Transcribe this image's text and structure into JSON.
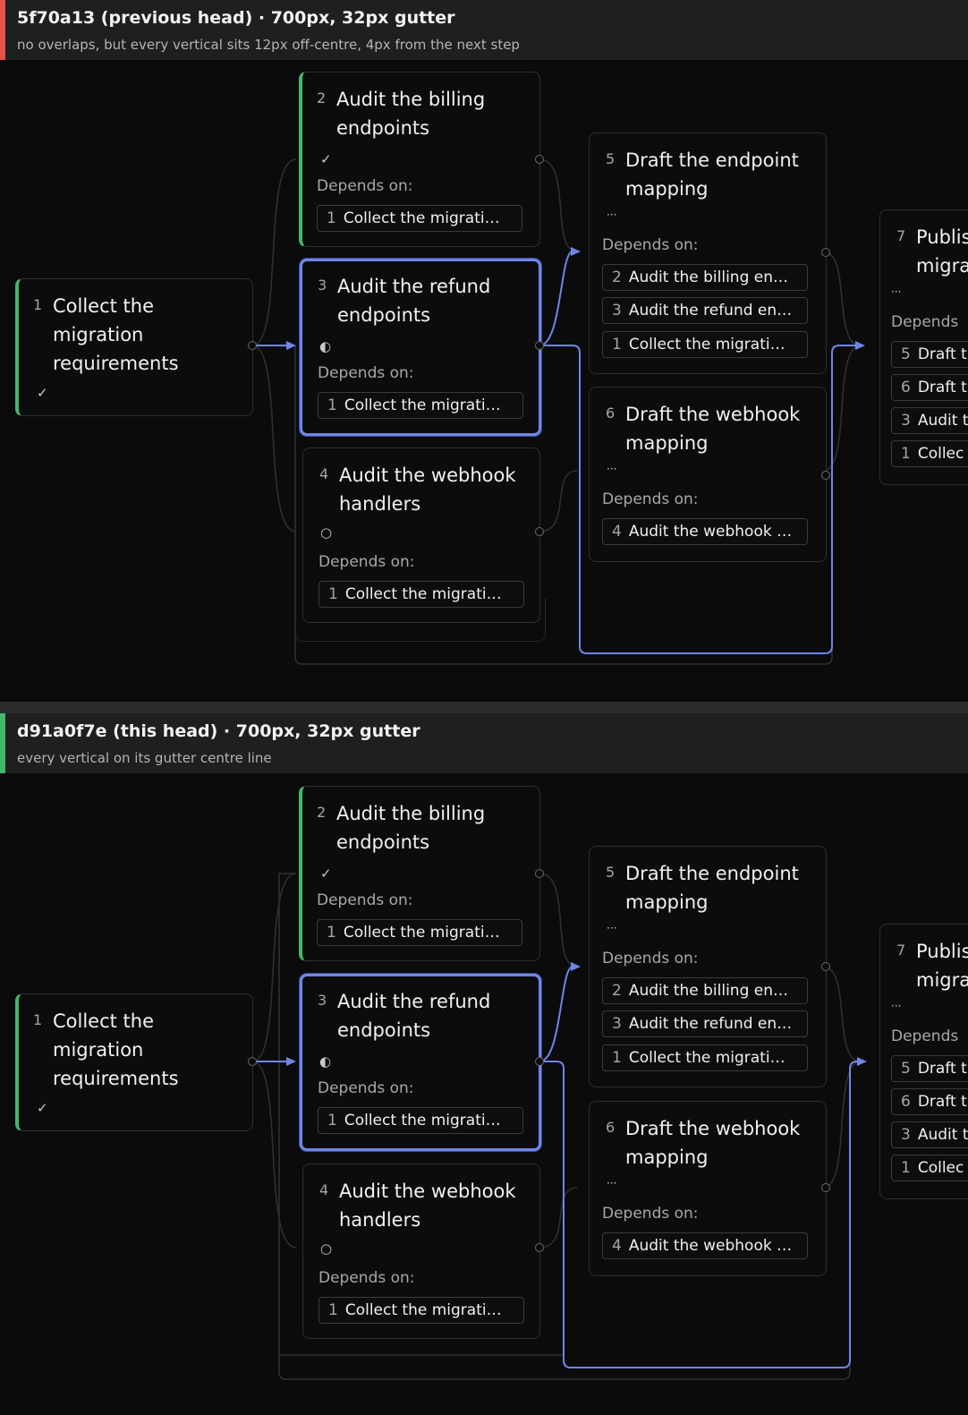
{
  "colors": {
    "bad_accent": "#e5534b",
    "good_accent": "#45b66b",
    "active_edge": "#6f86e8",
    "idle_edge": "#2f2f2f"
  },
  "icons": {
    "done": "check-icon",
    "in_progress": "half-circle-icon",
    "pending": "open-circle-icon",
    "not_started": "ellipsis-icon"
  },
  "panels": [
    {
      "title": "5f70a13 (previous head) · 700px, 32px gutter",
      "subtitle": "no overlaps, but every vertical sits 12px off-centre, 4px from the next step",
      "status": "bad"
    },
    {
      "title": "d91a0f7e (this head) · 700px, 32px gutter",
      "subtitle": "every vertical on its gutter centre line",
      "status": "good"
    }
  ],
  "depends_label": "Depends on:",
  "steps": [
    {
      "num": "1",
      "title": [
        "Collect the",
        "migration",
        "requirements"
      ],
      "status_glyph": "✓",
      "state": "done",
      "deps": []
    },
    {
      "num": "2",
      "title": [
        "Audit the billing",
        "endpoints"
      ],
      "status_glyph": "✓",
      "state": "done",
      "deps": [
        {
          "num": "1",
          "text": "Collect the migrati…"
        }
      ]
    },
    {
      "num": "3",
      "title": [
        "Audit the refund",
        "endpoints"
      ],
      "status_glyph": "◐",
      "state": "active",
      "deps": [
        {
          "num": "1",
          "text": "Collect the migrati…"
        }
      ]
    },
    {
      "num": "4",
      "title": [
        "Audit the webhook",
        "handlers"
      ],
      "status_glyph": "○",
      "state": "pending",
      "deps": [
        {
          "num": "1",
          "text": "Collect the migrati…"
        }
      ]
    },
    {
      "num": "5",
      "title": [
        "Draft the endpoint",
        "mapping"
      ],
      "status_glyph": "···",
      "state": "todo",
      "deps": [
        {
          "num": "2",
          "text": "Audit the billing en…"
        },
        {
          "num": "3",
          "text": "Audit the refund en…"
        },
        {
          "num": "1",
          "text": "Collect the migrati…"
        }
      ]
    },
    {
      "num": "6",
      "title": [
        "Draft the webhook",
        "mapping"
      ],
      "status_glyph": "···",
      "state": "todo",
      "deps": [
        {
          "num": "4",
          "text": "Audit the webhook …"
        }
      ]
    },
    {
      "num": "7",
      "title": [
        "Publis",
        "migra"
      ],
      "status_glyph": "···",
      "state": "todo",
      "deps_label": "Depends",
      "deps": [
        {
          "num": "5",
          "text": "Draft t"
        },
        {
          "num": "6",
          "text": "Draft t"
        },
        {
          "num": "3",
          "text": "Audit t"
        },
        {
          "num": "1",
          "text": "Collec"
        }
      ]
    }
  ]
}
